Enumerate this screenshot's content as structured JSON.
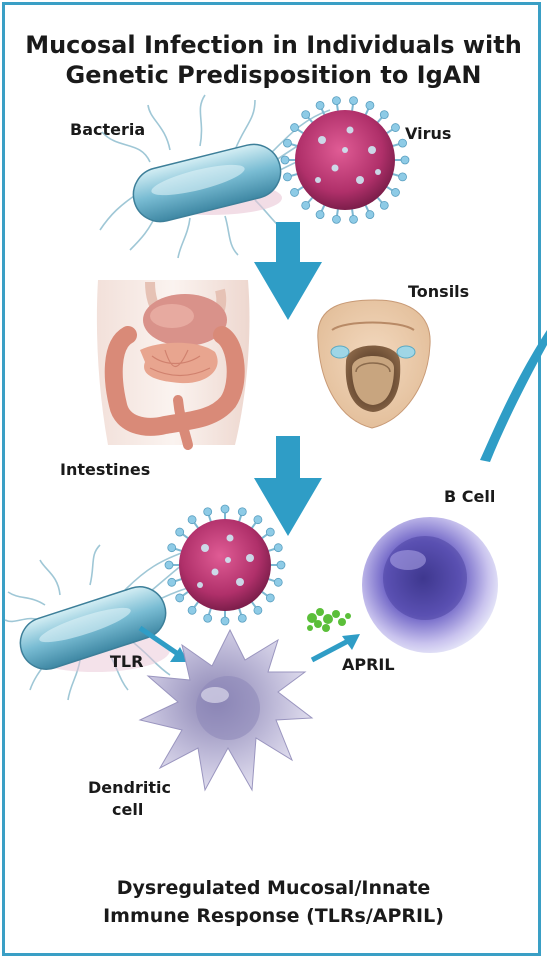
{
  "title": {
    "line1": "Mucosal Infection in Individuals with",
    "line2": "Genetic Predisposition to IgAN"
  },
  "labels": {
    "bacteria": "Bacteria",
    "virus": "Virus",
    "tonsils": "Tonsils",
    "intestines": "Intestines",
    "b_cell": "B Cell",
    "tlr": "TLR",
    "april": "APRIL",
    "dendritic_line1": "Dendritic",
    "dendritic_line2": "cell"
  },
  "footer": {
    "line1": "Dysregulated Mucosal/Innate",
    "line2": "Immune Response (TLRs/APRIL)"
  },
  "colors": {
    "frame": "#3a9fc5",
    "arrow": "#2f9dc6",
    "bacteria": "#6fb6cf",
    "virus": "#b5336a",
    "virus_spike": "#8ecbe6",
    "intestine": "#e3a08e",
    "b_cell": "#6e63c7",
    "dendritic": "#b7b3cf",
    "april": "#5bbf3a"
  }
}
